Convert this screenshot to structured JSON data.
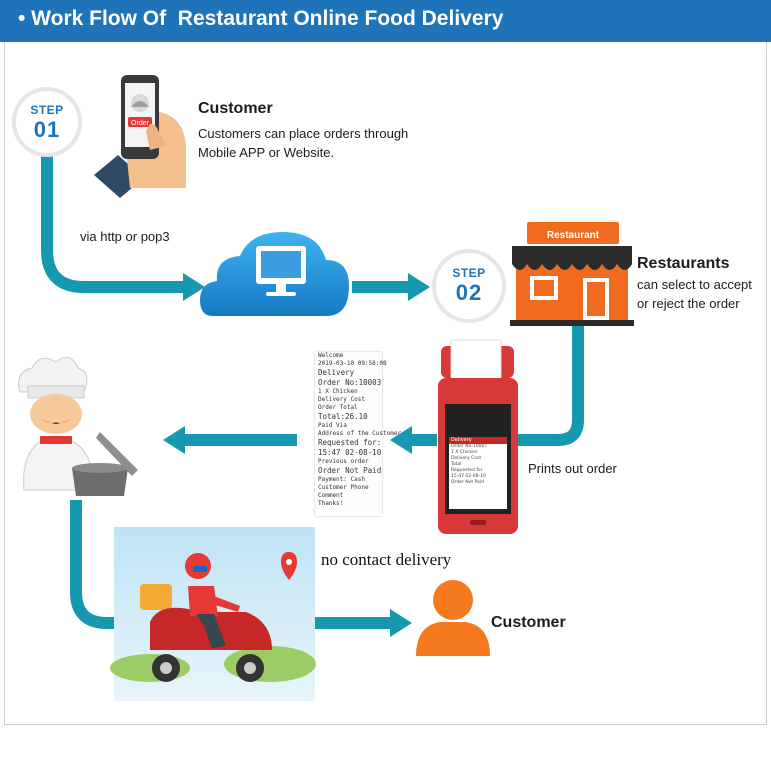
{
  "header": {
    "title": "• Work Flow Of  Restaurant Online Food Delivery"
  },
  "step1": {
    "word": "STEP",
    "number": "01"
  },
  "step2": {
    "word": "STEP",
    "number": "02"
  },
  "customer_top": {
    "title": "Customer",
    "description_line1": "Customers can place orders through",
    "description_line2": "Mobile APP or Website.",
    "phone_button": "Order"
  },
  "via_label": "via http or pop3",
  "restaurant": {
    "sign": "Restaurant",
    "title": "Restaurants",
    "description_line1": "can select to accept",
    "description_line2": "or reject the order"
  },
  "prints_label": "Prints out order",
  "delivery_label": "no contact delivery",
  "customer_bottom": {
    "title": "Customer"
  },
  "receipt": {
    "lines": [
      "Welcome",
      "2019-03-10 09:58:08",
      "Delivery",
      "Order No:10003",
      "1 X Chicken",
      "Delivery Cost",
      "Order Total",
      "Total:26.10",
      "Paid Via",
      "Address of the Customer",
      "Requested for:",
      "15:47 02-08-10",
      "Previous order",
      "Order Not Paid",
      "Payment: Cash",
      "Customer Phone",
      "Comment",
      "Thanks!"
    ]
  },
  "pos_screen": {
    "header": "Delivery",
    "lines": [
      "Order No:10007",
      "1 X Chicken",
      "Delivery Cost",
      "Total",
      "Requested for",
      "15:47 02-08-10",
      "Order Not Paid"
    ]
  },
  "colors": {
    "accent": "#1e73b9",
    "flow": "#1598b0",
    "orange": "#f06b1d",
    "step_text": "#1e73b9"
  }
}
